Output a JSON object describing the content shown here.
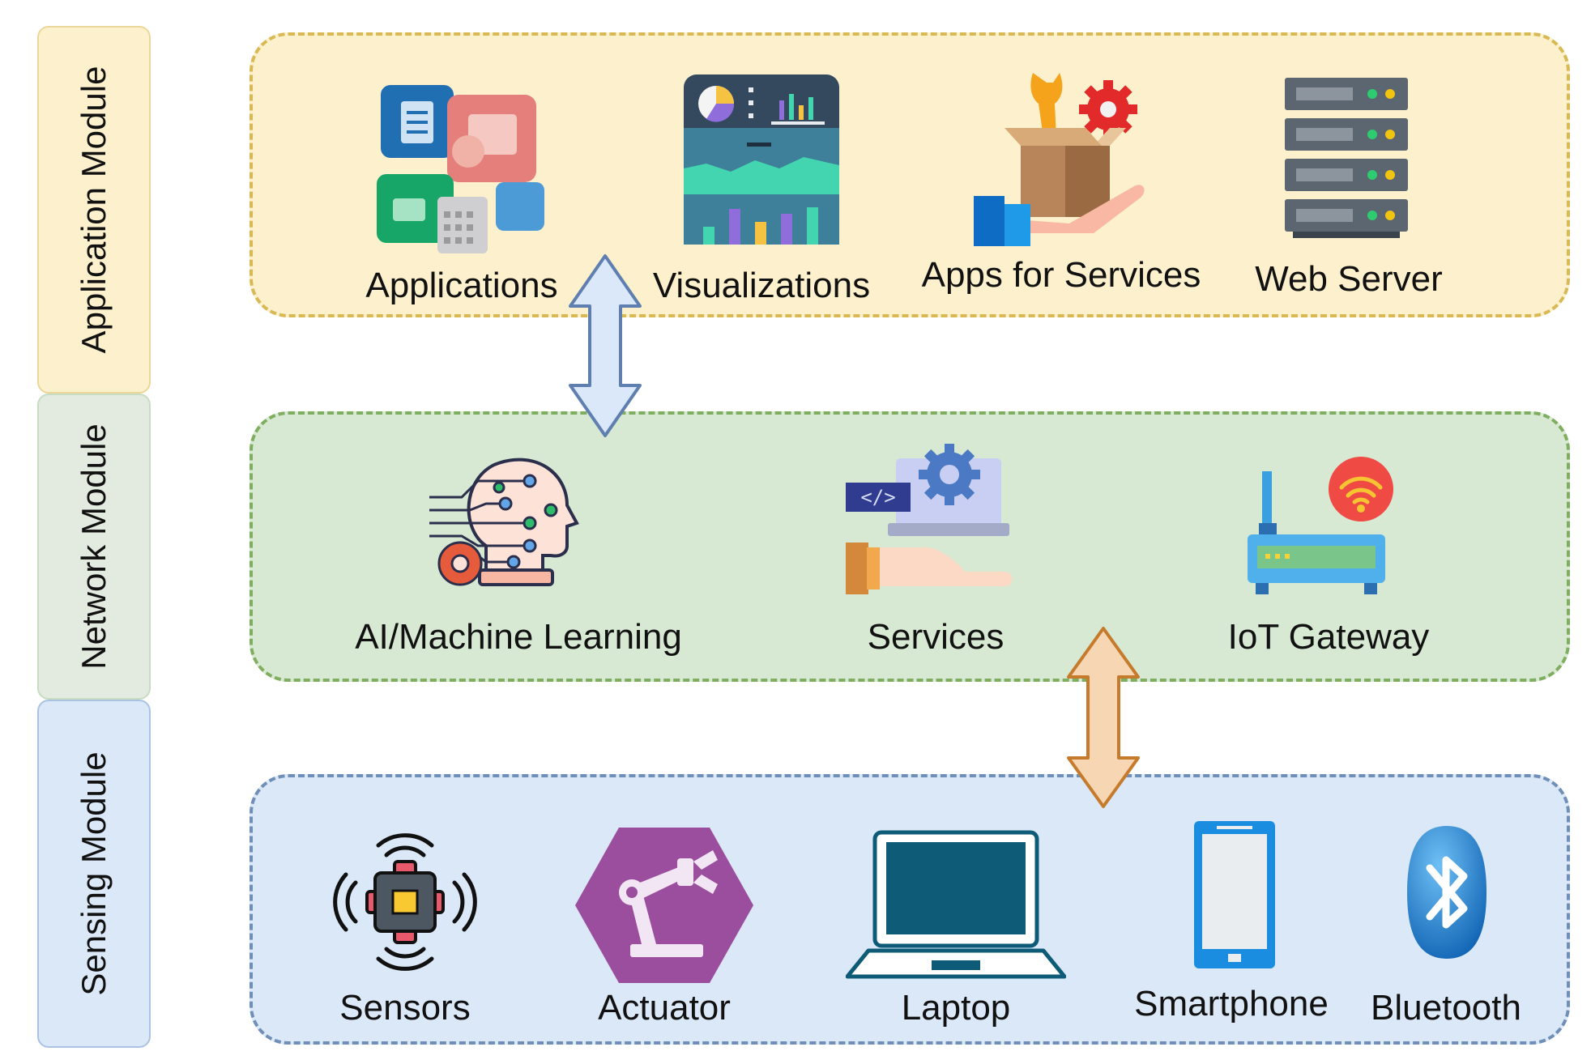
{
  "modules": {
    "application": "Application Module",
    "network": "Network Module",
    "sensing": "Sensing Module"
  },
  "application_items": [
    "Applications",
    "Visualizations",
    "Apps for Services",
    "Web Server"
  ],
  "network_items": [
    "AI/Machine Learning",
    "Services",
    "IoT Gateway"
  ],
  "sensing_items": [
    "Sensors",
    "Actuator",
    "Laptop",
    "Smartphone",
    "Bluetooth"
  ],
  "colors": {
    "application_fill": "#fdf0cc",
    "application_border": "#d9b954",
    "network_fill": "#d7e9d3",
    "network_border": "#7fae60",
    "sensing_fill": "#dbe8f7",
    "sensing_border": "#6f8fb8",
    "arrow_blue": "#dbe8f9",
    "arrow_orange": "#f7d7b3"
  }
}
